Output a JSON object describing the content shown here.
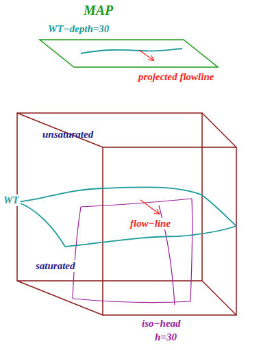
{
  "diagram": {
    "labels": [
      "MAP",
      "WT−depth=30",
      "projected flowline",
      "unsaturated",
      "WT",
      "flow−line",
      "saturated",
      "iso−head",
      "h=30"
    ]
  }
}
